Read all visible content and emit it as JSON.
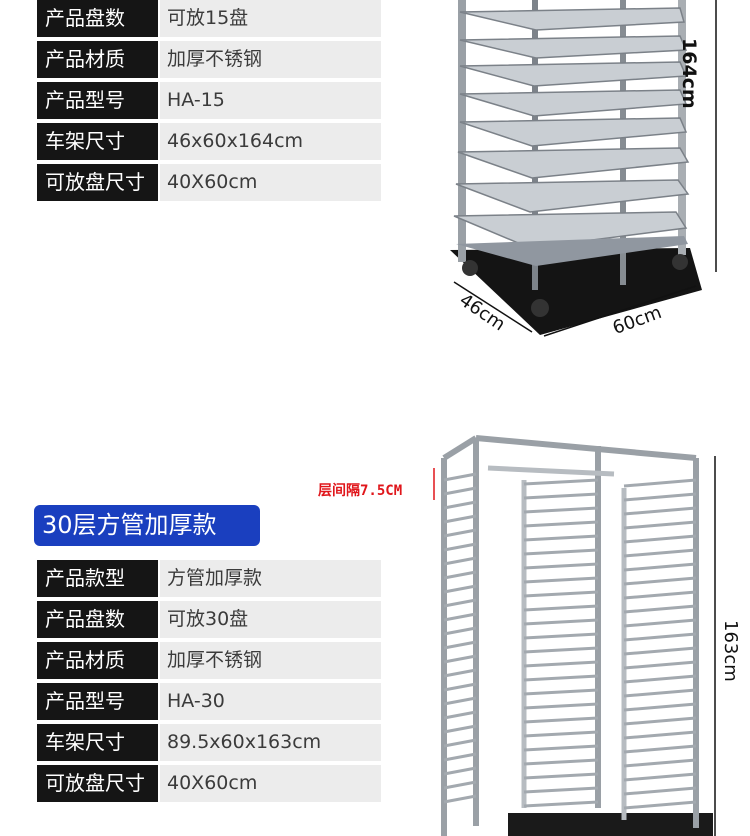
{
  "spec_table_1": {
    "rows": [
      {
        "label": "产品盘数",
        "value": "可放15盘"
      },
      {
        "label": "产品材质",
        "value": "加厚不锈钢"
      },
      {
        "label": "产品型号",
        "value": "HA-15"
      },
      {
        "label": "车架尺寸",
        "value": "46x60x164cm"
      },
      {
        "label": "可放盘尺寸",
        "value": "40X60cm"
      }
    ]
  },
  "product_1_dims": {
    "height": "164cm",
    "depth": "46cm",
    "width": "60cm"
  },
  "section_2": {
    "title": "30层方管加厚款"
  },
  "spec_table_2": {
    "rows": [
      {
        "label": "产品款型",
        "value": "方管加厚款"
      },
      {
        "label": "产品盘数",
        "value": "可放30盘"
      },
      {
        "label": "产品材质",
        "value": "加厚不锈钢"
      },
      {
        "label": "产品型号",
        "value": "HA-30"
      },
      {
        "label": "车架尺寸",
        "value": "89.5x60x163cm"
      },
      {
        "label": "可放盘尺寸",
        "value": "40X60cm"
      }
    ]
  },
  "product_2_dims": {
    "height": "163cm",
    "layer_spacing": "层间隔7.5CM"
  }
}
